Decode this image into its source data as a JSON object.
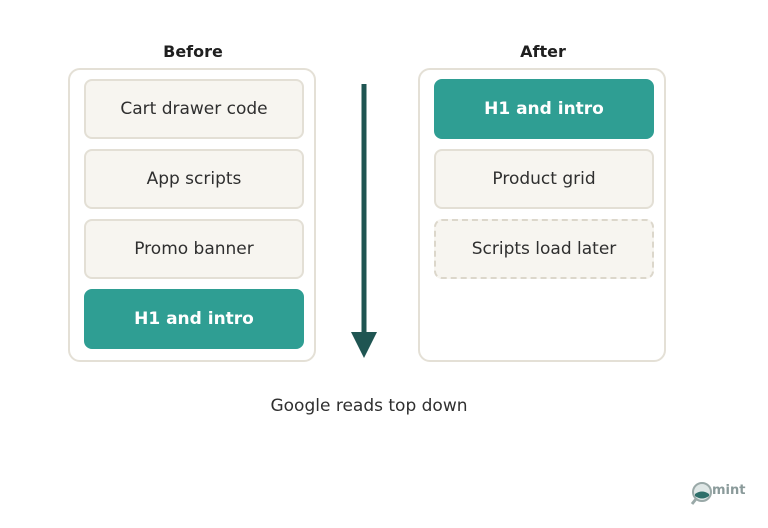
{
  "before": {
    "title": "Before",
    "blocks": [
      "Cart drawer code",
      "App scripts",
      "Promo banner",
      "H1 and intro"
    ]
  },
  "after": {
    "title": "After",
    "blocks": [
      "H1 and intro",
      "Product grid",
      "Scripts load later"
    ]
  },
  "caption": "Google reads top down",
  "logo": {
    "text": "mint"
  },
  "colors": {
    "accent": "#2f9e93",
    "arrow": "#1f5552",
    "block_bg": "#f7f5f0",
    "border": "#e4e0d6"
  }
}
